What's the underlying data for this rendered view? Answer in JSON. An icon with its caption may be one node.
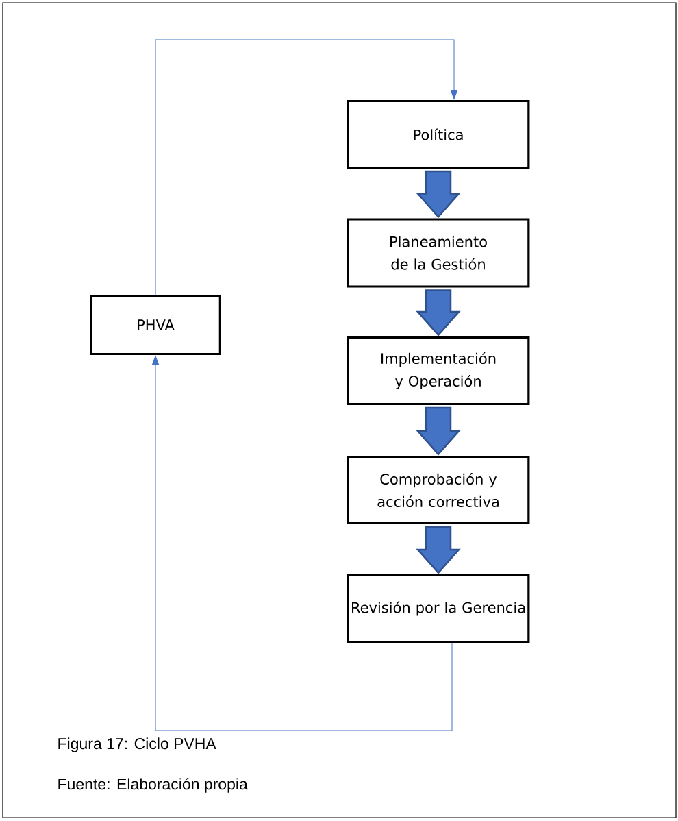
{
  "diagram": {
    "caption": "Figura 17: Ciclo PVHA",
    "nodes": [
      {
        "text": [
          "Política"
        ]
      },
      {
        "text": [
          "Planeamiento de la Gestión"
        ]
      },
      {
        "text": [
          "Implementación y Operación"
        ]
      },
      {
        "text": [
          "Comprobación y acción correctiva"
        ]
      },
      {
        "text": [
          "Revisión por la Gerencia"
        ]
      },
      {
        "text": [
          "PHVA"
        ]
      }
    ],
    "edges": [
      {
        "from": 0,
        "to": 1,
        "arrow": "to",
        "style": "thick"
      },
      {
        "from": 1,
        "to": 2,
        "arrow": "to",
        "style": "thick"
      },
      {
        "from": 2,
        "to": 3,
        "arrow": "to",
        "style": "thick"
      },
      {
        "from": 3,
        "to": 4,
        "arrow": "to",
        "style": "thick"
      },
      {
        "from": 4,
        "to": 5,
        "arrow": "to"
      },
      {
        "from": 5,
        "to": 0,
        "arrow": "to"
      }
    ],
    "labels": [
      "Fuente: Elaboración propia"
    ]
  }
}
